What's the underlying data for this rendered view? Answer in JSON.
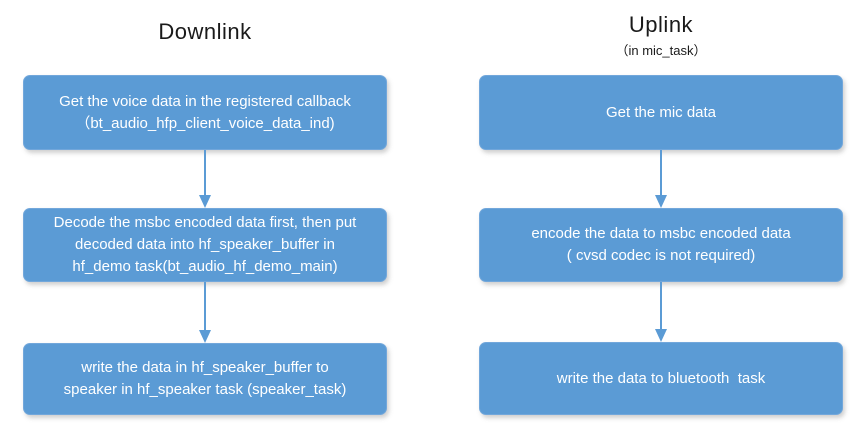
{
  "colors": {
    "box_fill": "#5b9bd5",
    "box_border": "#72a7db",
    "arrow": "#5b9bd5",
    "box_text": "#ffffff",
    "title_text": "#1a1a1a",
    "background": "#ffffff"
  },
  "downlink": {
    "title": "Downlink",
    "boxes": [
      {
        "text": "Get the voice data in the registered callback\n（bt_audio_hfp_client_voice_data_ind)"
      },
      {
        "text": "Decode the msbc encoded data first, then put\ndecoded data into hf_speaker_buffer in\nhf_demo task(bt_audio_hf_demo_main)"
      },
      {
        "text": "write the data in hf_speaker_buffer to\nspeaker in hf_speaker task (speaker_task)"
      }
    ]
  },
  "uplink": {
    "title": "Uplink",
    "subtitle": "（in mic_task）",
    "boxes": [
      {
        "text": "Get the mic data"
      },
      {
        "text": "encode the data to msbc encoded data\n( cvsd codec is not required)"
      },
      {
        "text": "write the data to bluetooth  task"
      }
    ]
  }
}
